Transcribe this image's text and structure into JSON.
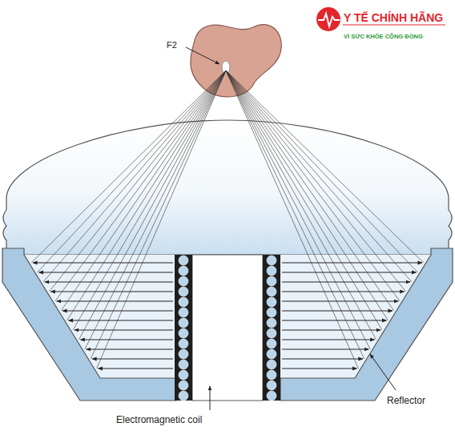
{
  "diagram": {
    "labels": [
      "Y TẾ CHÍNH HÃNG",
      "VÌ SỨC KHỎE CỘNG ĐỒNG",
      "F2",
      "Electromagnetic coil",
      "Reflector"
    ]
  }
}
